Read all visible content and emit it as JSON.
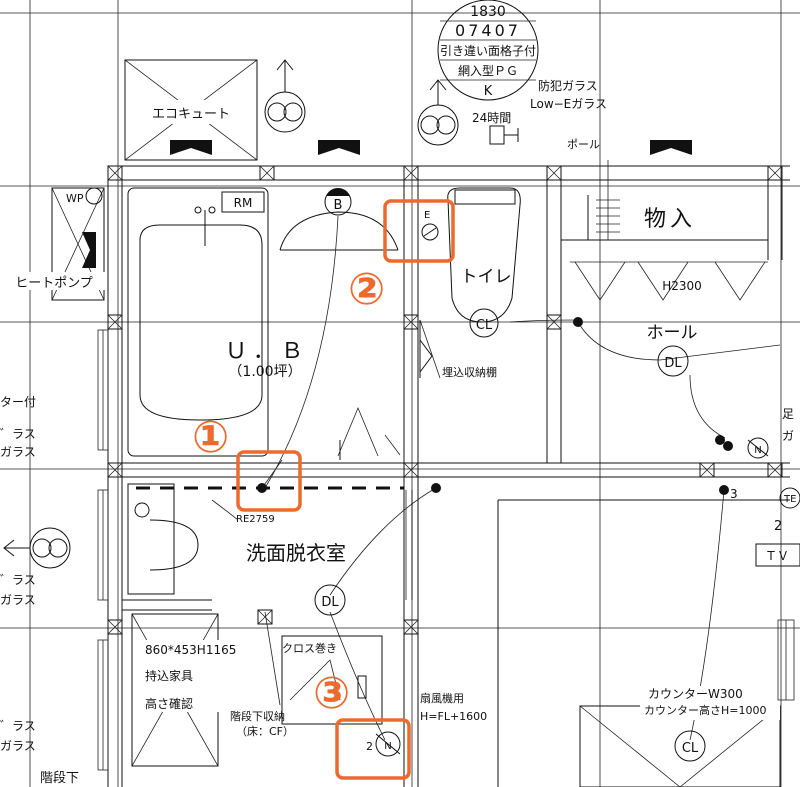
{
  "window_block": {
    "line1": "1830",
    "line2": "07407",
    "line3": "引き違い面格子付",
    "line4": "網入型ＰＧ",
    "line5": "K"
  },
  "rooms": {
    "eco_cute": "エコキュート",
    "rm": "RM",
    "ub": "Ｕ．Ｂ",
    "ub_size": "（1.00坪）",
    "toilet": "トイレ",
    "storage": "物入",
    "hall": "ホール",
    "washroom": "洗面脱衣室",
    "heat_pump": "ヒートポンプ",
    "wp": "WP"
  },
  "labels": {
    "bouhan_glass": "防犯ガラス",
    "lowe_glass": "Low−Eガラス",
    "24h": "24時間",
    "pole": "ポール",
    "h2300": "H2300",
    "embedded_storage": "埋込収納棚",
    "re": "RE2759",
    "furniture_size": "860*453H1165",
    "furniture_bring": "持込家具",
    "height_check": "高さ確認",
    "cross": "クロス巻き",
    "stair_storage": "階段下収納",
    "floor_cf": "（床：CF）",
    "fan": "扇風機用",
    "fan_height": "H=FL+1600",
    "counter": "カウンターW300",
    "counter_height": "カウンター高さH=1000",
    "stair_under": "階段下",
    "tv": "ＴＶ",
    "num_3": "3",
    "num_2a": "2",
    "num_2b": "2",
    "te": "TE",
    "left_edge_1": "ター付",
    "left_edge_2": "゛ラス",
    "left_edge_3": "ガラス",
    "left_edge_4": "゛ラス",
    "left_edge_5": "ガラス",
    "left_edge_6": "゛ラス",
    "left_edge_7": "ガラス",
    "right_edge_1": "足",
    "right_edge_2": "ガ"
  },
  "symbols": {
    "b": "B",
    "e": "E",
    "cl": "CL",
    "dl": "DL",
    "n": "N"
  },
  "callouts": {
    "c1": "①",
    "c2": "②",
    "c3": "③"
  },
  "colors": {
    "highlight": "#ec6a2e",
    "ink": "#111111"
  }
}
